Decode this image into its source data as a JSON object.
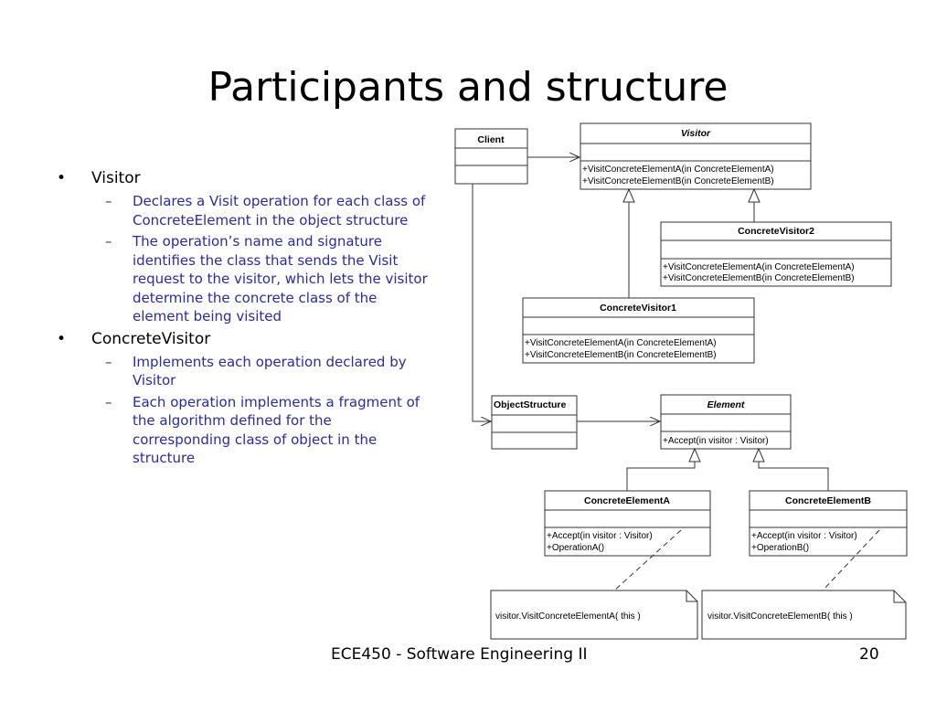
{
  "slide": {
    "title": "Participants and structure",
    "footer": "ECE450 - Software Engineering II",
    "page": "20"
  },
  "bullets": [
    {
      "text": "Visitor",
      "sub": [
        "Declares a Visit operation for each class of ConcreteElement in the object structure",
        "The operation’s name and signature identifies the class that sends the Visit request to the visitor, which lets the visitor determine the concrete class of the element being visited"
      ]
    },
    {
      "text": "ConcreteVisitor",
      "sub": [
        "Implements each operation declared by Visitor",
        "Each operation implements a fragment of the algorithm defined for the corresponding class of object in the structure"
      ]
    }
  ],
  "diagram": {
    "client": {
      "name": "Client"
    },
    "visitor": {
      "name": "Visitor",
      "ops": [
        "+VisitConcreteElementA(in ConcreteElementA)",
        "+VisitConcreteElementB(in ConcreteElementB)"
      ]
    },
    "concrete_visitor2": {
      "name": "ConcreteVisitor2",
      "ops": [
        "+VisitConcreteElementA(in ConcreteElementA)",
        "+VisitConcreteElementB(in ConcreteElementB)"
      ]
    },
    "concrete_visitor1": {
      "name": "ConcreteVisitor1",
      "ops": [
        "+VisitConcreteElementA(in ConcreteElementA)",
        "+VisitConcreteElementB(in ConcreteElementB)"
      ]
    },
    "object_structure": {
      "name": "ObjectStructure"
    },
    "element": {
      "name": "Element",
      "ops": [
        "+Accept(in visitor : Visitor)"
      ]
    },
    "concrete_element_a": {
      "name": "ConcreteElementA",
      "ops": [
        "+Accept(in visitor : Visitor)",
        "+OperationA()"
      ]
    },
    "concrete_element_b": {
      "name": "ConcreteElementB",
      "ops": [
        "+Accept(in visitor : Visitor)",
        "+OperationB()"
      ]
    },
    "note_a": "visitor.VisitConcreteElementA( this )",
    "note_b": "visitor.VisitConcreteElementB( this )"
  }
}
